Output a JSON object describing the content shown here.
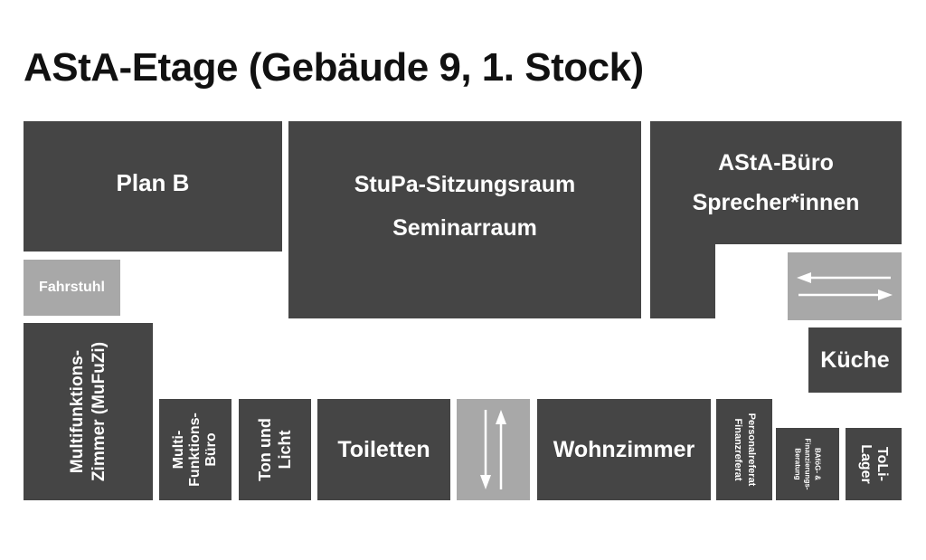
{
  "title": "AStA-Etage (Gebäude 9, 1. Stock)",
  "rooms": {
    "plan_b": "Plan B",
    "stupa": [
      "StuPa-Sitzungsraum",
      "Seminarraum"
    ],
    "asta_buero": [
      "AStA-Büro",
      "Sprecher*innen"
    ],
    "fahrstuhl": "Fahrstuhl",
    "mufuzi": [
      "Multifunktions-",
      "Zimmer (MuFuZi)"
    ],
    "multi_buero": [
      "Multi-",
      "Funktions-",
      "Büro"
    ],
    "ton_licht": [
      "Ton und",
      "Licht"
    ],
    "toiletten": "Toiletten",
    "wohnzimmer": "Wohnzimmer",
    "kueche": "Küche",
    "personalreferat": [
      "Personalreferat",
      "Finanzreferat"
    ],
    "bafoeg": [
      "BAföG- &",
      "Finanzierungs-",
      "Beratung"
    ],
    "toli_lager": [
      "ToLi-",
      "Lager"
    ]
  },
  "icons": {
    "stairs_horizontal": "double-arrow-horizontal-icon",
    "stairs_vertical": "double-arrow-vertical-icon"
  },
  "colors": {
    "room_dark": "#454545",
    "room_light": "#a8a8a8",
    "text_on_room": "#ffffff",
    "title": "#111111"
  }
}
